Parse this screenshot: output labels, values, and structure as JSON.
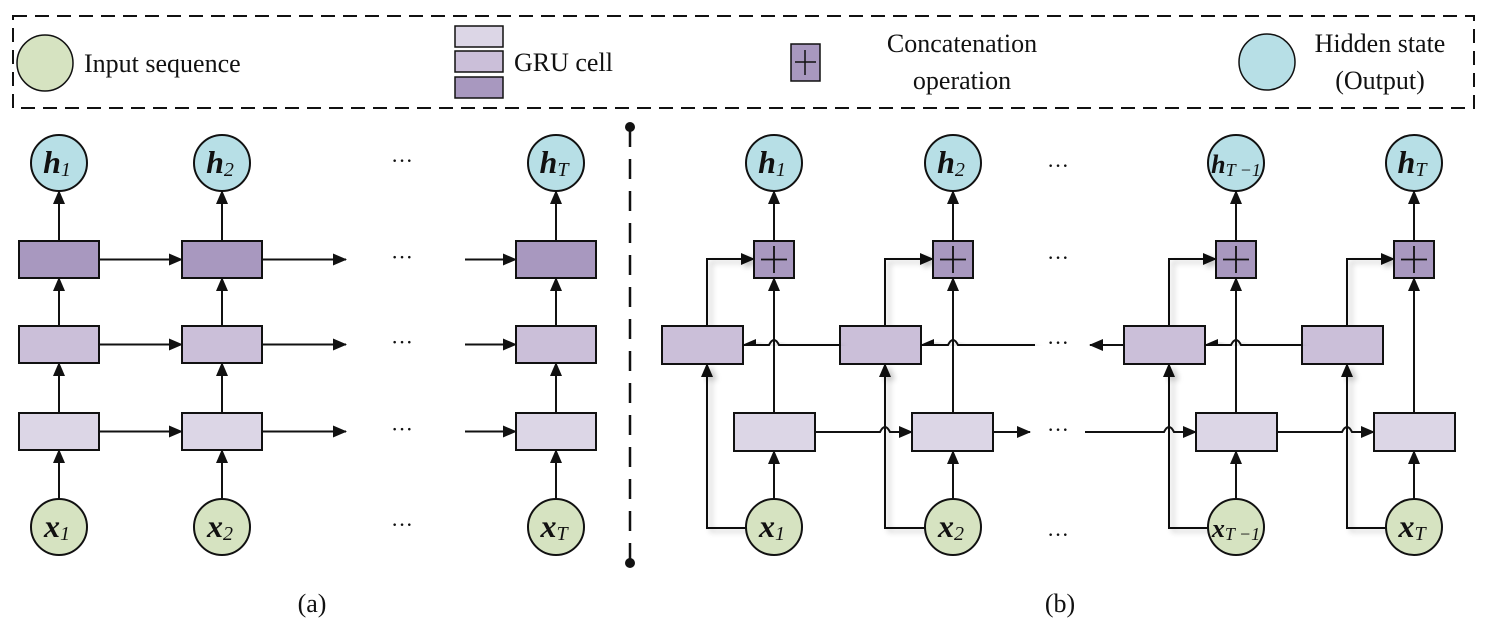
{
  "colors": {
    "input_fill": "#d6e3c1",
    "hidden_fill": "#b7dfe6",
    "gru_light": "#dcd6e6",
    "gru_mid": "#cbbfd9",
    "gru_dark": "#a898bf",
    "concat_fill": "#a898bf",
    "stroke": "#111111"
  },
  "legend": {
    "input_label": "Input sequence",
    "gru_label": "GRU cell",
    "concat_label_line1": "Concatenation",
    "concat_label_line2": "operation",
    "hidden_label_line1": "Hidden state",
    "hidden_label_line2": "(Output)"
  },
  "panel_a": {
    "caption": "(a)",
    "outputs": [
      {
        "base": "h",
        "sub": "1"
      },
      {
        "base": "h",
        "sub": "2"
      },
      {
        "base": "h",
        "sub": "T"
      }
    ],
    "inputs": [
      {
        "base": "x",
        "sub": "1"
      },
      {
        "base": "x",
        "sub": "2"
      },
      {
        "base": "x",
        "sub": "T"
      }
    ],
    "layers": 3,
    "ellipsis": "···"
  },
  "panel_b": {
    "caption": "(b)",
    "outputs": [
      {
        "base": "h",
        "sub": "1"
      },
      {
        "base": "h",
        "sub": "2"
      },
      {
        "base": "h",
        "sub": "T −1"
      },
      {
        "base": "h",
        "sub": "T"
      }
    ],
    "inputs": [
      {
        "base": "x",
        "sub": "1"
      },
      {
        "base": "x",
        "sub": "2"
      },
      {
        "base": "x",
        "sub": "T −1"
      },
      {
        "base": "x",
        "sub": "T"
      }
    ],
    "concat_symbol": "+",
    "ellipsis": "···"
  }
}
